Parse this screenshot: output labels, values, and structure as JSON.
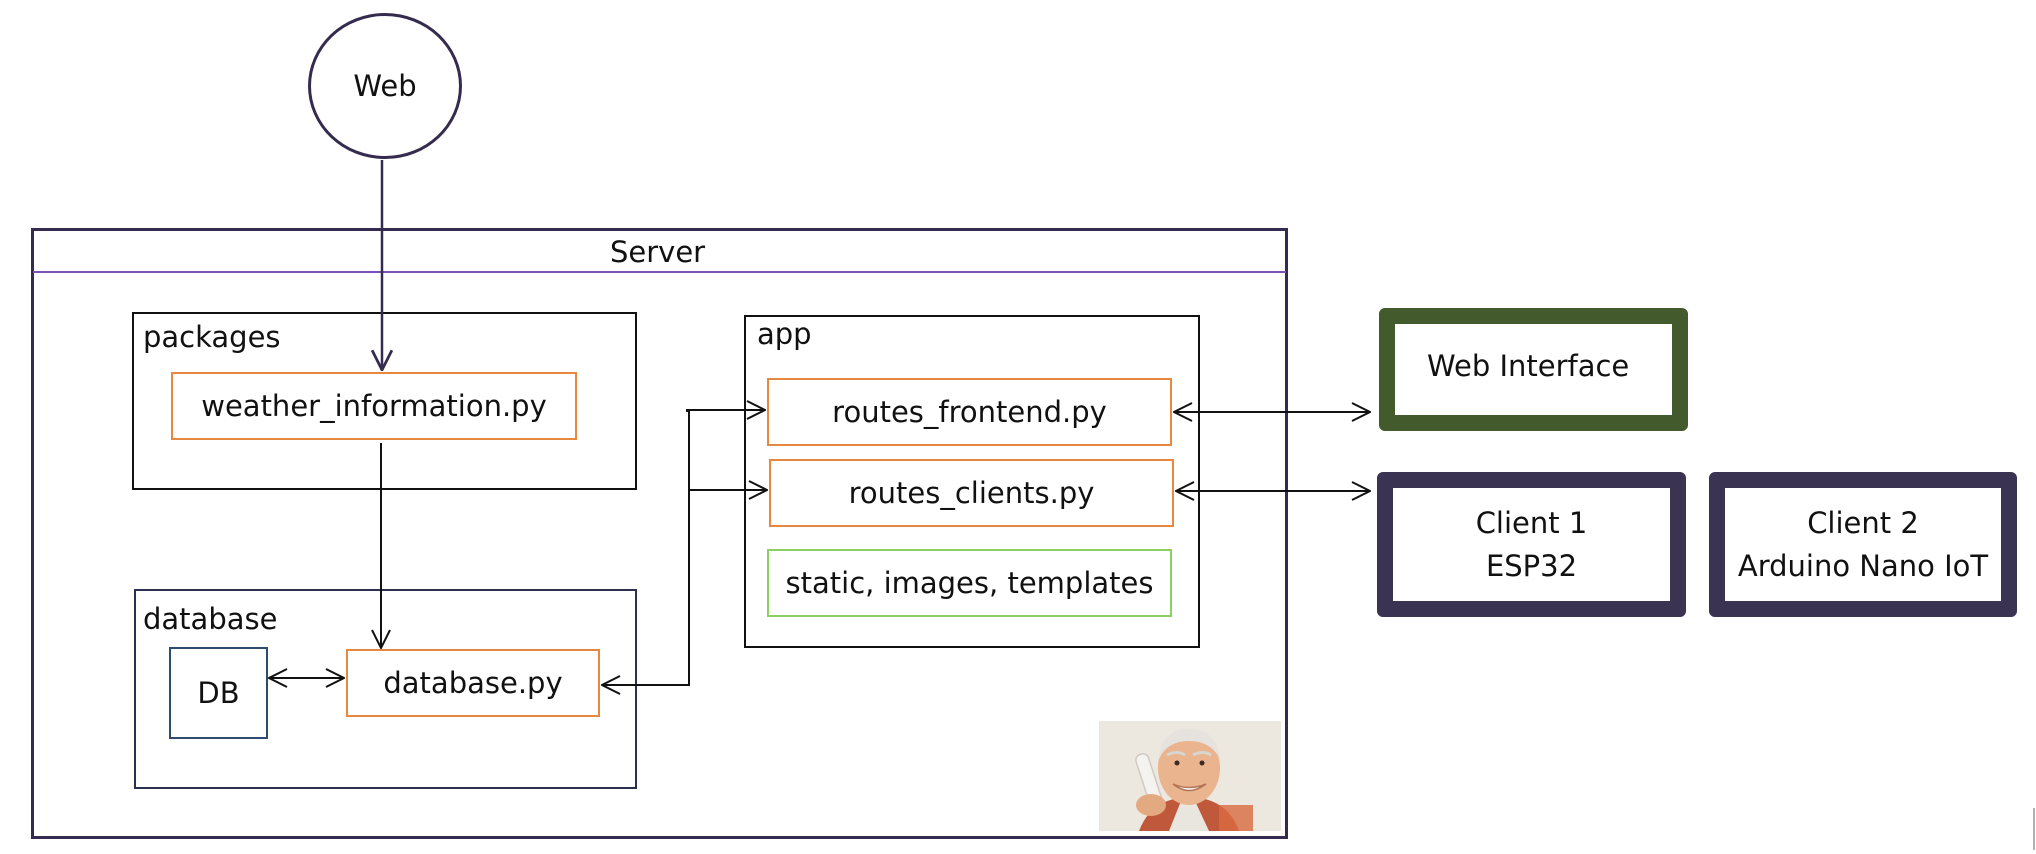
{
  "web": {
    "label": "Web"
  },
  "server": {
    "title": "Server"
  },
  "packages": {
    "label": "packages",
    "files": {
      "weather": "weather_information.py"
    }
  },
  "database": {
    "label": "database",
    "db": "DB",
    "file": "database.py"
  },
  "app": {
    "label": "app",
    "files": {
      "routes_frontend": "routes_frontend.py",
      "routes_clients": "routes_clients.py",
      "static": "static, images, templates"
    }
  },
  "external": {
    "web_interface": "Web Interface",
    "client1": {
      "line1": "Client 1",
      "line2": "ESP32"
    },
    "client2": {
      "line1": "Client 2",
      "line2": "Arduino Nano IoT"
    }
  },
  "colors": {
    "module_border": "#e8883e",
    "static_border": "#8ccf63",
    "db_border": "#2e4c6e",
    "server_border": "#352b4f",
    "server_divider": "#7b4fb8",
    "web_interface_border": "#435a2c",
    "client_border": "#3a3352"
  },
  "photo": {
    "content": "smiling-man-on-phone"
  }
}
